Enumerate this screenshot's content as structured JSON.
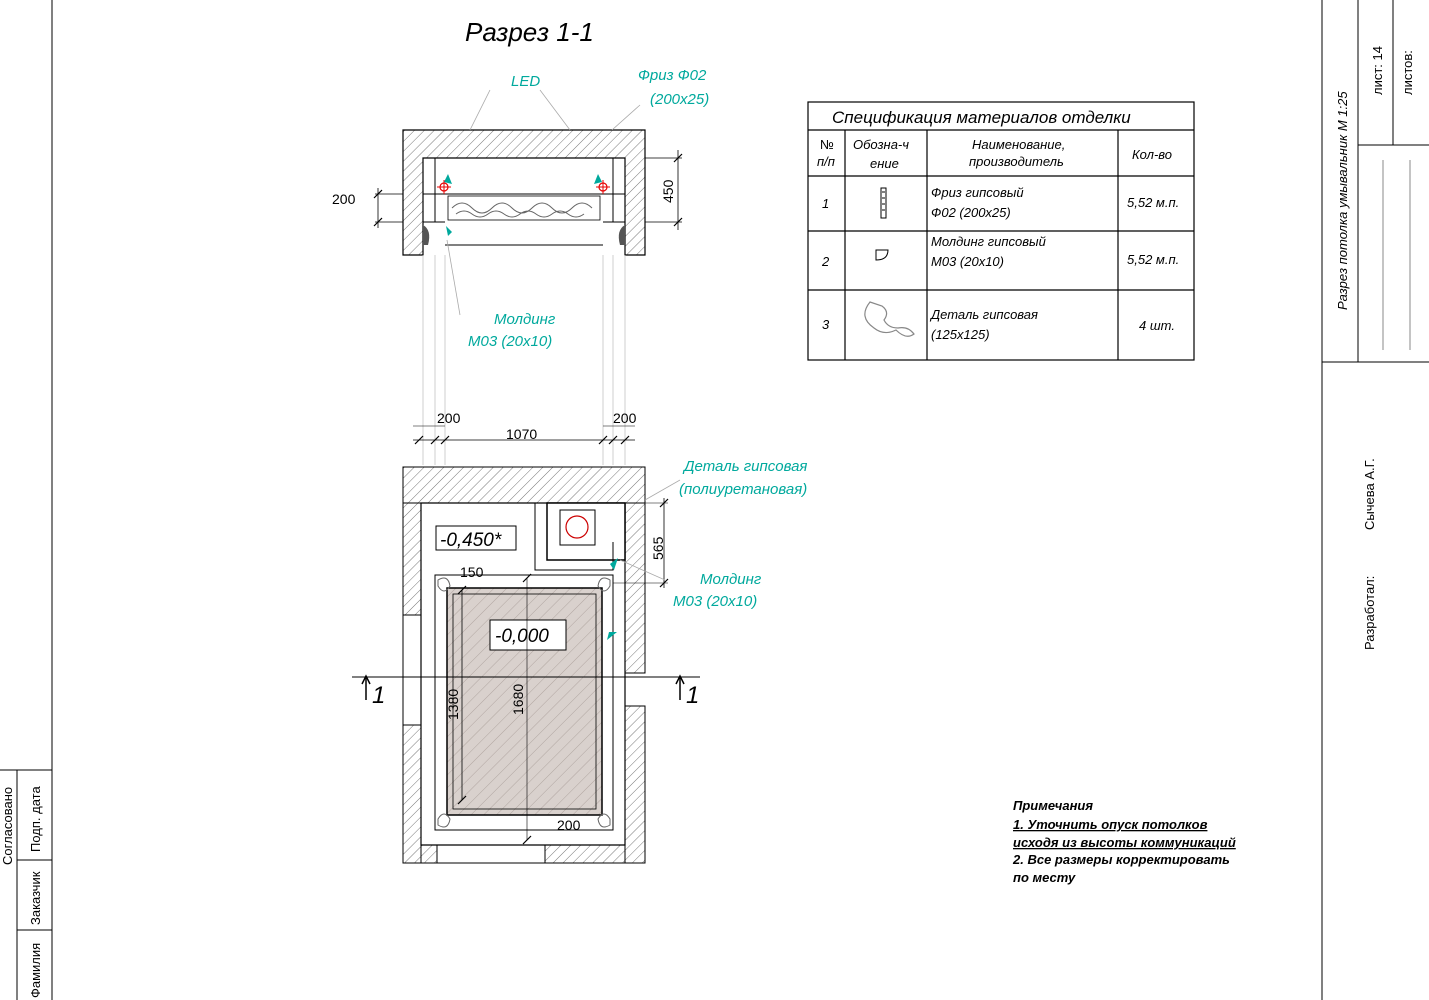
{
  "title": "Разрез 1-1",
  "section_callouts": {
    "led": "LED",
    "friz_line1": "Фриз Ф02",
    "friz_line2": "(200x25)",
    "molding_line1": "Молдинг",
    "molding_line2": "М03 (20x10)",
    "detail_line1": "Деталь гипсовая",
    "detail_line2": "(полиуретановая)",
    "plan_molding_line1": "Молдинг",
    "plan_molding_line2": "М03 (20x10)"
  },
  "dimensions": {
    "section_200": "200",
    "section_450": "450",
    "top_200_left": "200",
    "top_200_right": "200",
    "top_1070": "1070",
    "right_565": "565",
    "inner_150": "150",
    "vert_1380": "1380",
    "vert_1680": "1680",
    "bottom_200": "200"
  },
  "levels": {
    "upper": "-0,450*",
    "center": "-0,000"
  },
  "section_marks": {
    "left": "1",
    "right": "1"
  },
  "spec_table": {
    "title": "Спецификация материалов отделки",
    "headers": [
      "№ п/п",
      "Обозна-ч ение",
      "Наименование, производитель",
      "Кол-во"
    ],
    "header_lines": {
      "num_l1": "№",
      "num_l2": "п/п",
      "des_l1": "Обозна-ч",
      "des_l2": "ение",
      "name_l1": "Наименование,",
      "name_l2": "производитель",
      "qty": "Кол-во"
    },
    "rows": [
      {
        "num": "1",
        "name_l1": "Фриз гипсовый",
        "name_l2": "Ф02 (200x25)",
        "qty": "5,52 м.п."
      },
      {
        "num": "2",
        "name_l1": "Молдинг гипсовый",
        "name_l2": "М03 (20x10)",
        "qty": "5,52 м.п."
      },
      {
        "num": "3",
        "name_l1": "Деталь гипсовая",
        "name_l2": "(125x125)",
        "qty": "4 шт."
      }
    ]
  },
  "notes": {
    "title": "Примечания",
    "line1": "1. Уточнить опуск потолков",
    "line2": "исходя из высоты коммуникаций",
    "line3": "2. Все размеры корректировать",
    "line4": "по месту"
  },
  "title_block": {
    "sheet_title": "Разрез потолка умывальник  М 1:25",
    "sheet_label": "лист: 14",
    "sheets_label": "листов:",
    "developed_label": "Разработал:",
    "developer": "Сычева А.Г."
  },
  "left_stamp": {
    "agreed": "Согласовано",
    "customer": "Заказчик",
    "sign_date": "Подп. дата",
    "surname": "Фамилия"
  },
  "colors": {
    "callout": "#00a99d",
    "hatch": "#000000",
    "mirror_fill": "#d9d1cd",
    "marker_red": "#e60000"
  }
}
